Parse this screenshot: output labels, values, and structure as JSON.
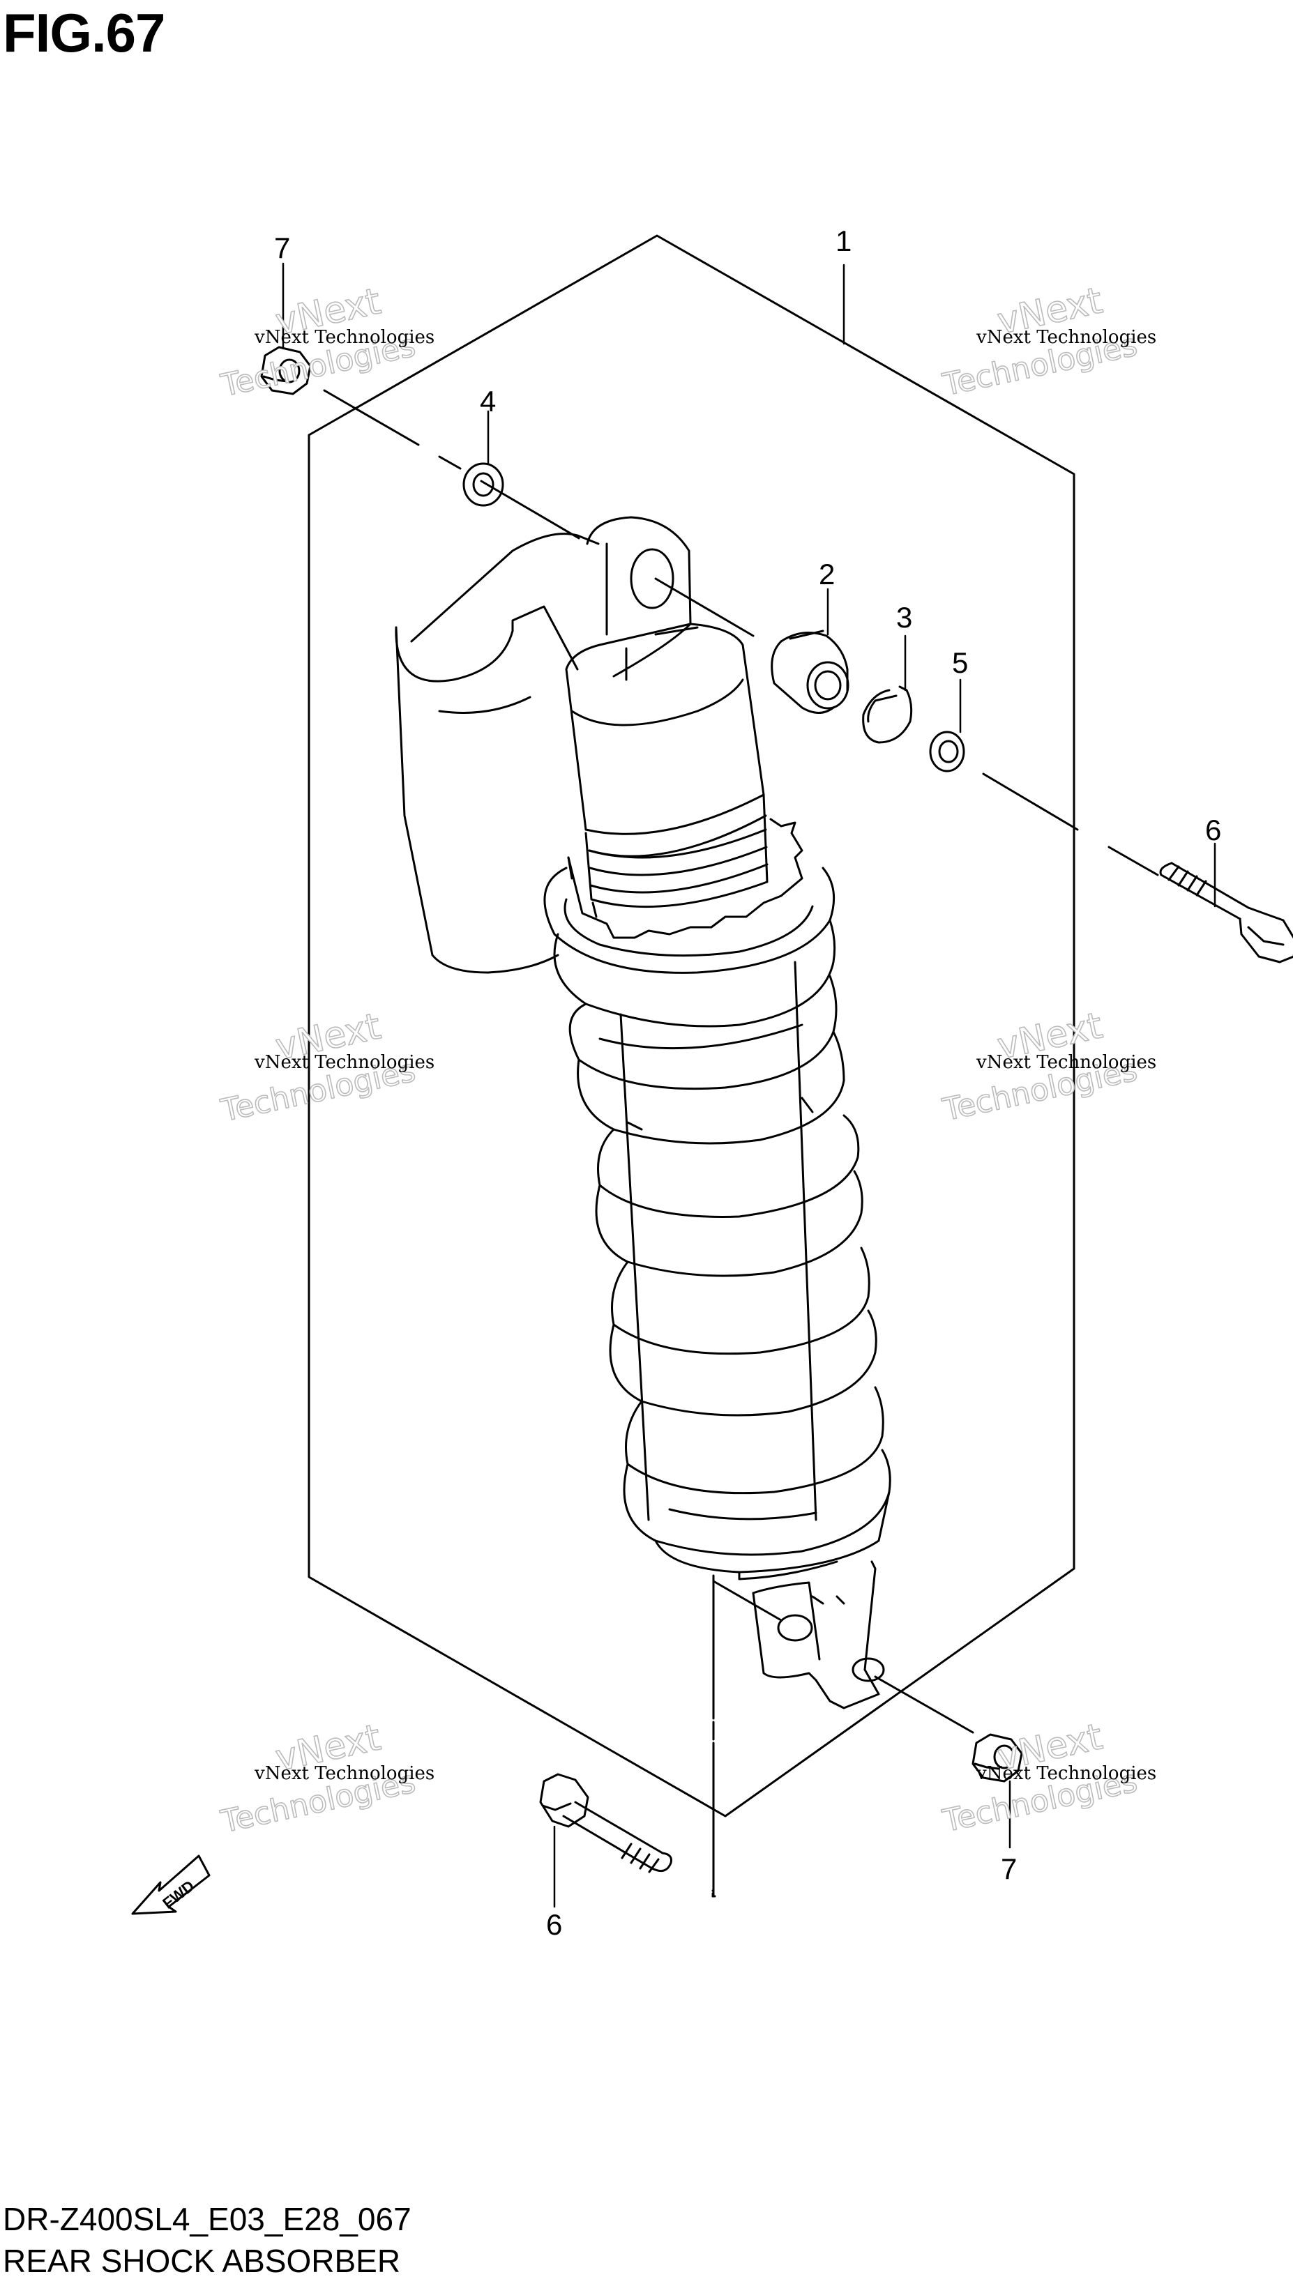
{
  "figure": {
    "title": "FIG.67",
    "diagram_code": "DR-Z400SL4_E03_E28_067",
    "diagram_name": "REAR SHOCK ABSORBER"
  },
  "callouts": {
    "c1": "1",
    "c2": "2",
    "c3": "3",
    "c4": "4",
    "c5": "5",
    "c6_upper": "6",
    "c6_lower": "6",
    "c7_upper": "7",
    "c7_lower": "7"
  },
  "watermark": {
    "line1": "vNext Technologies",
    "brand_top": "vNext",
    "brand_bottom": "Technologies"
  },
  "fwd_label": "FWD"
}
